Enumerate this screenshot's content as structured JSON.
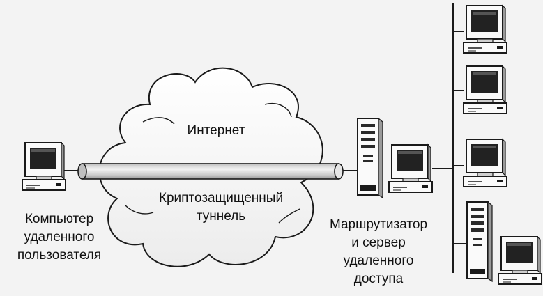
{
  "diagram": {
    "cloud_title": "Интернет",
    "tunnel_label": [
      "Криптозащищенный",
      "туннель"
    ],
    "remote_computer_label": [
      "Компьютер",
      "удаленного",
      "пользователя"
    ],
    "router_server_label": [
      "Маршрутизатор",
      "и сервер",
      "удаленного",
      "доступа"
    ]
  },
  "icons": {
    "remote": "desktop-computer-icon",
    "router": "tower-server-icon",
    "lan_workstation": "desktop-computer-icon",
    "lan_server": "tower-server-icon"
  },
  "colors": {
    "background": "#f3f3f3",
    "line": "#1a1a1a",
    "screen": "#222222",
    "tunnel_fill": "#d4d4d4"
  }
}
